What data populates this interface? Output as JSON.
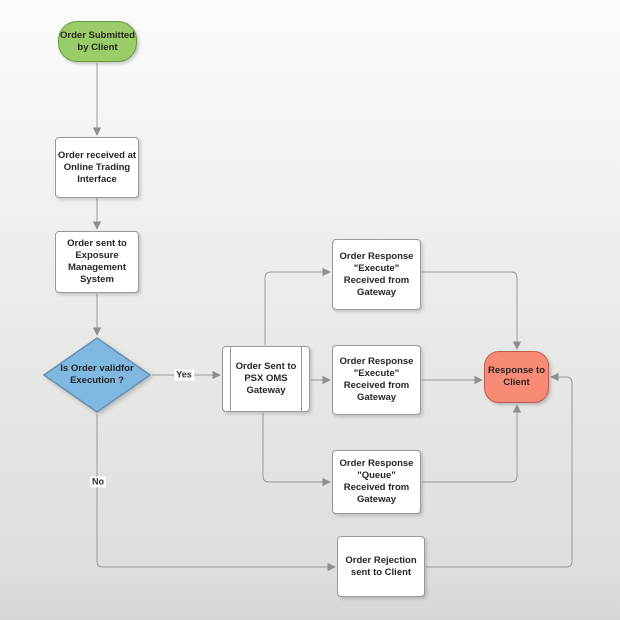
{
  "diagram": {
    "nodes": {
      "start": {
        "label": "Order Submitted\nby Client",
        "shape": "terminator",
        "fill": "#9ACD68",
        "border": "#669A41"
      },
      "online_trading": {
        "label": "Order received at\nOnline Trading\nInterface",
        "shape": "process",
        "fill": "#FFFFFF",
        "border": "#999999"
      },
      "exposure": {
        "label": "Order sent to\nExposure\nManagement\nSystem",
        "shape": "process",
        "fill": "#FFFFFF",
        "border": "#999999"
      },
      "decision": {
        "label": "Is Order validfor\nExecution ?",
        "shape": "decision",
        "fill": "#7FB9E2",
        "border": "#6691B3"
      },
      "gateway": {
        "label": "Order Sent to\nPSX OMS\nGateway",
        "shape": "predefined-process",
        "fill": "#FFFFFF",
        "border": "#999999"
      },
      "resp_execute_top": {
        "label": "Order Response\n\"Execute\"\nReceived from\nGateway",
        "shape": "process",
        "fill": "#FFFFFF",
        "border": "#999999"
      },
      "resp_execute_mid": {
        "label": "Order Response\n\"Execute\"\nReceived from\nGateway",
        "shape": "process",
        "fill": "#FFFFFF",
        "border": "#999999"
      },
      "resp_queue": {
        "label": "Order Response\n\"Queue\"\nReceived from\nGateway",
        "shape": "process",
        "fill": "#FFFFFF",
        "border": "#999999"
      },
      "rejection": {
        "label": "Order Rejection\nsent to Client",
        "shape": "process",
        "fill": "#FFFFFF",
        "border": "#999999"
      },
      "response_client": {
        "label": "Response to\nClient",
        "shape": "terminator",
        "fill": "#F98B76",
        "border": "#BE5B50"
      }
    },
    "edge_labels": {
      "yes": "Yes",
      "no": "No"
    },
    "colors": {
      "connector": "#999999",
      "background_top": "#FBFBFA",
      "background_bottom": "#D6D6D5",
      "text": "#262626"
    }
  }
}
